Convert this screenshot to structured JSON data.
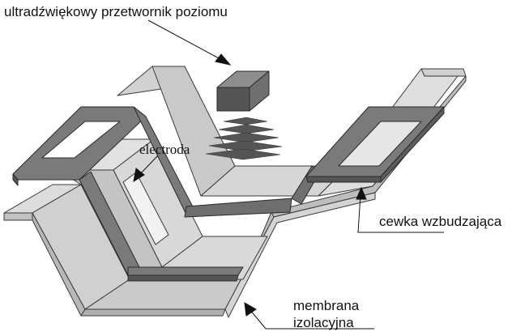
{
  "labels": {
    "transducer": "ultradźwiękowy przetwornik poziomu",
    "electrode": "electroda",
    "coil": "cewka wzbudzająca",
    "membrane_line1": "membrana",
    "membrane_line2": "izolacyjna"
  },
  "colors": {
    "membrane_light": "#dcdcdc",
    "membrane_mid": "#c6c6c6",
    "membrane_dark": "#b3b3b3",
    "coil_top": "#7a7a7a",
    "coil_side": "#555555",
    "transducer_top": "#8e8e8e",
    "transducer_front": "#555555",
    "transducer_side": "#6f6f6f",
    "outline": "#3a3a3a"
  }
}
